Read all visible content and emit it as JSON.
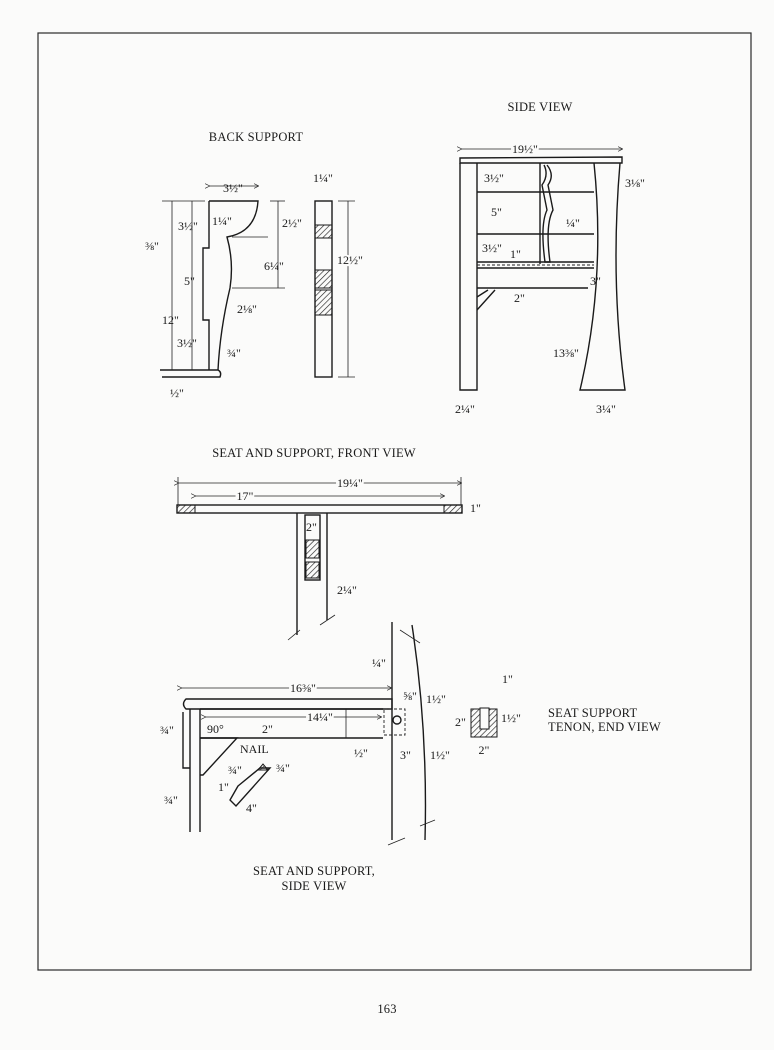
{
  "page_number": "163",
  "back_support": {
    "title": "BACK SUPPORT",
    "dims": {
      "top_width": "3½\"",
      "upper_height": "3½\"",
      "curve_radius": "1¼\"",
      "curve_depth": "2½\"",
      "notch": "⅜\"",
      "curve_to_waist": "6¼\"",
      "middle_height": "5\"",
      "waist": "2⅛\"",
      "overall_height": "12\"",
      "lower_height": "3½\"",
      "bottom_round": "¾\"",
      "bottom_thickness": "½\""
    },
    "edge_dims": {
      "thickness": "1¼\"",
      "length": "12½\""
    }
  },
  "side_view": {
    "title": "SIDE VIEW",
    "dims": {
      "overall_width": "19½\"",
      "leg_top": "3⅛\"",
      "top_rail": "3½\"",
      "gap": "5\"",
      "slat_offset": "¼\"",
      "bottom_rail": "3½\"",
      "seat_gap": "1\"",
      "rail_joint": "3\"",
      "seat_rail": "2\"",
      "leg_height": "13⅜\"",
      "front_leg": "2¼\"",
      "back_leg": "3¼\""
    }
  },
  "seat_front": {
    "title": "SEAT AND SUPPORT, FRONT VIEW",
    "dims": {
      "overall_width": "19¼\"",
      "inner_width": "17\"",
      "thickness": "1\"",
      "tenon_width": "2\"",
      "support_width": "2¼\""
    }
  },
  "seat_side": {
    "title_line1": "SEAT AND SUPPORT,",
    "title_line2": "SIDE VIEW",
    "dims": {
      "leg_offset": "¼\"",
      "seat_length": "16⅜\"",
      "seat_edge": "⅝\"",
      "tenon_top": "1½\"",
      "left_top": "¾\"",
      "angle": "90°",
      "rail_height": "2\"",
      "rail_length": "14¼\"",
      "nail_label": "NAIL",
      "rail_corner": "½\"",
      "tenon_length": "3\"",
      "tenon_bottom": "1½\"",
      "left_bottom": "¾\"",
      "brace_left": "¾\"",
      "brace_right": "¾\"",
      "brace_width": "1\"",
      "brace_length": "4\""
    }
  },
  "tenon_end": {
    "title_line1": "SEAT SUPPORT",
    "title_line2": "TENON, END VIEW",
    "dims": {
      "slot": "1\"",
      "height": "2\"",
      "inner_height": "1½\"",
      "width": "2\""
    }
  }
}
